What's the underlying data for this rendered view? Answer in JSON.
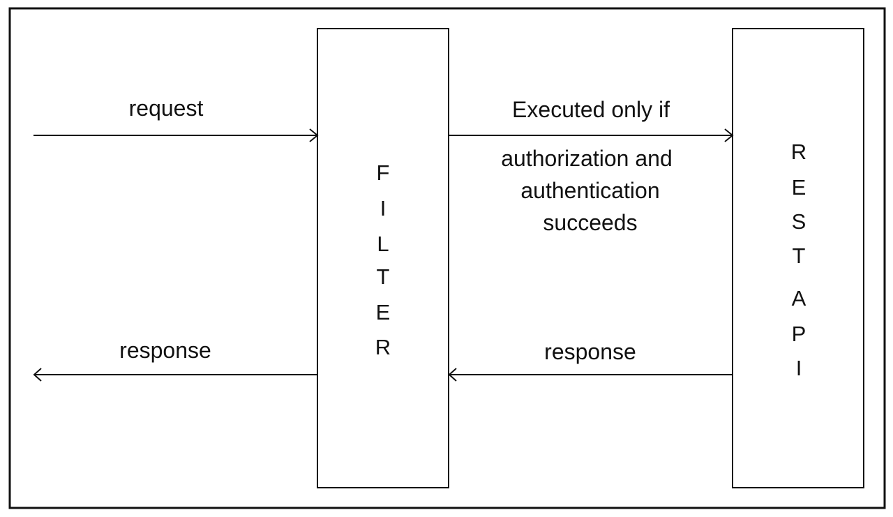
{
  "diagram": {
    "filter_box": {
      "letters": [
        "F",
        "I",
        "L",
        "T",
        "E",
        "R"
      ]
    },
    "rest_api_box": {
      "letters": [
        "R",
        "E",
        "S",
        "T",
        "A",
        "P",
        "I"
      ]
    },
    "labels": {
      "request": "request",
      "response_left": "response",
      "response_right": "response",
      "condition": [
        "Executed only if",
        "authorization and",
        "authentication",
        "succeeds"
      ]
    },
    "colors": {
      "stroke": "#111111",
      "background": "#ffffff"
    }
  }
}
